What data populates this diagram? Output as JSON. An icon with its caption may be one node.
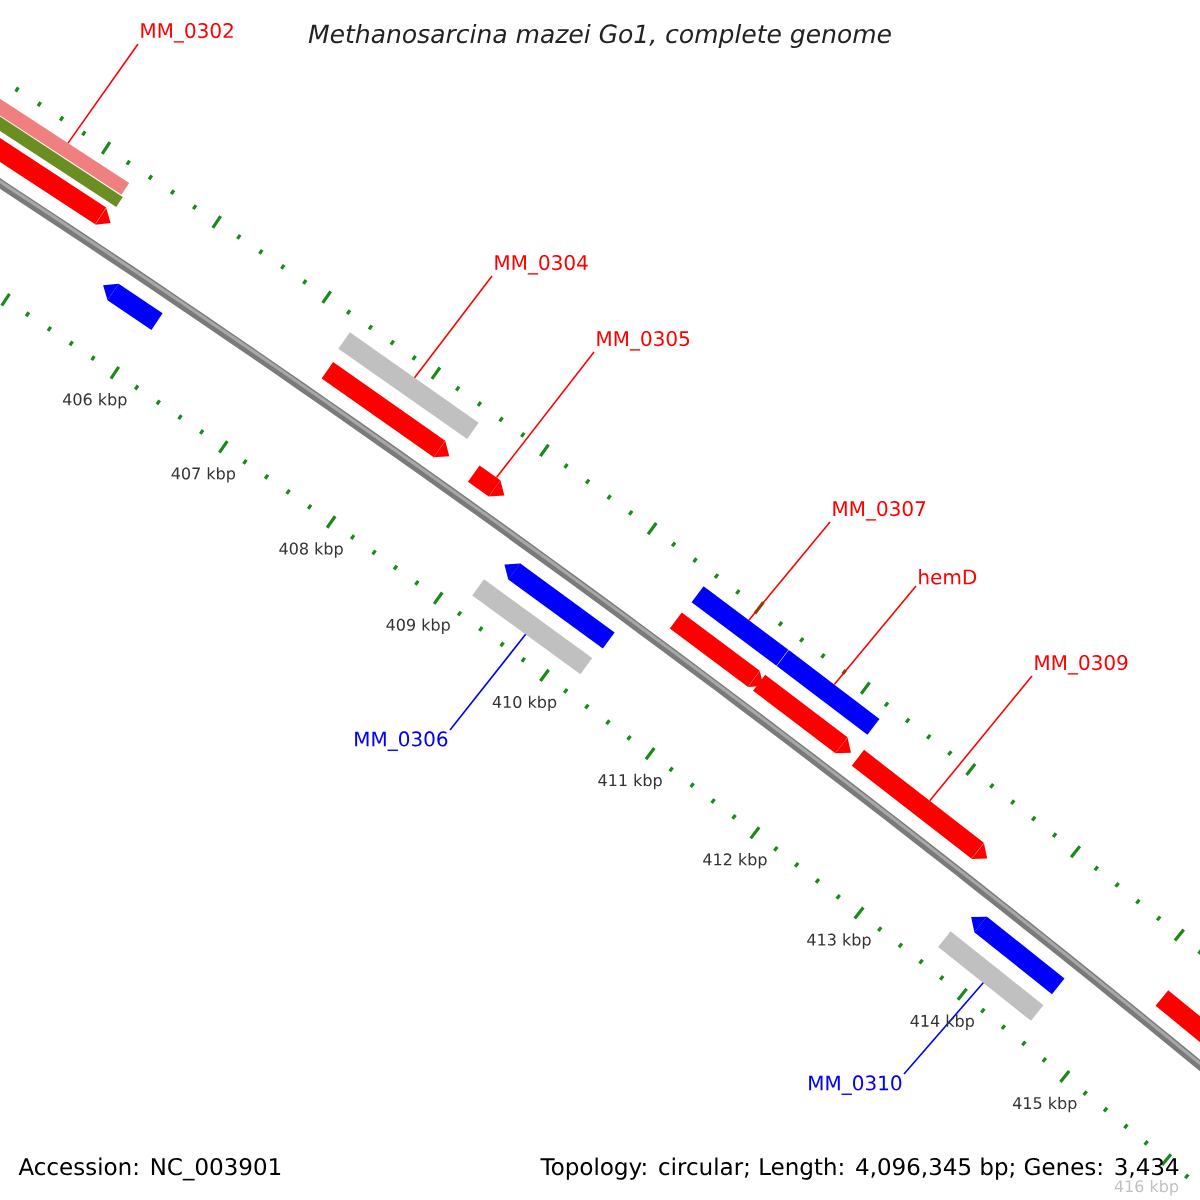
{
  "diagram": {
    "title": "Methanosarcina mazei Go1, complete genome",
    "nodes": [
      {
        "text": [
          "MM_0302"
        ]
      },
      {
        "text": [],
        "shape": "bar"
      },
      {
        "text": [
          "MM_0304"
        ]
      },
      {
        "text": [],
        "shape": "bar"
      },
      {
        "text": [
          "MM_0305"
        ]
      },
      {
        "text": [],
        "shape": "arrow"
      },
      {
        "text": [
          "MM_0307"
        ]
      },
      {
        "text": [],
        "shape": "bar"
      },
      {
        "text": [
          "hemD"
        ]
      },
      {
        "text": [],
        "shape": "bar"
      },
      {
        "text": [
          "MM_0306"
        ]
      },
      {
        "text": [],
        "shape": "bar"
      },
      {
        "text": [
          "MM_0309"
        ]
      },
      {
        "text": [],
        "shape": "arrow"
      },
      {
        "text": [
          "MM_0310"
        ]
      },
      {
        "text": [],
        "shape": "bar"
      },
      {
        "text": [],
        "shape": "bar"
      },
      {
        "text": [],
        "shape": "arrow"
      },
      {
        "text": [],
        "shape": "arrow"
      },
      {
        "text": [],
        "shape": "arrow"
      },
      {
        "text": [],
        "shape": "arrow"
      },
      {
        "text": [],
        "shape": "arrow"
      },
      {
        "text": [],
        "shape": "arrow"
      },
      {
        "text": [],
        "shape": "arrow"
      },
      {
        "text": [],
        "shape": "arrow"
      }
    ],
    "edges": [
      {
        "from": 0,
        "to": 1,
        "arrow": "none"
      },
      {
        "from": 2,
        "to": 3,
        "arrow": "none"
      },
      {
        "from": 4,
        "to": 5,
        "arrow": "none"
      },
      {
        "from": 6,
        "to": 7,
        "arrow": "none"
      },
      {
        "from": 8,
        "to": 9,
        "arrow": "none"
      },
      {
        "from": 10,
        "to": 11,
        "arrow": "none",
        "color": "#0000ff"
      },
      {
        "from": 12,
        "to": 13,
        "arrow": "none"
      },
      {
        "from": 14,
        "to": 15,
        "arrow": "none",
        "color": "#0000ff"
      }
    ],
    "labels": [
      "406 kbp",
      "407 kbp",
      "408 kbp",
      "409 kbp",
      "410 kbp",
      "411 kbp",
      "412 kbp",
      "413 kbp",
      "414 kbp",
      "415 kbp",
      "416 kbp",
      "Accession: NC_003901",
      "Topology: circular; Length: 4,096,345 bp; Genes: 3,434"
    ]
  }
}
